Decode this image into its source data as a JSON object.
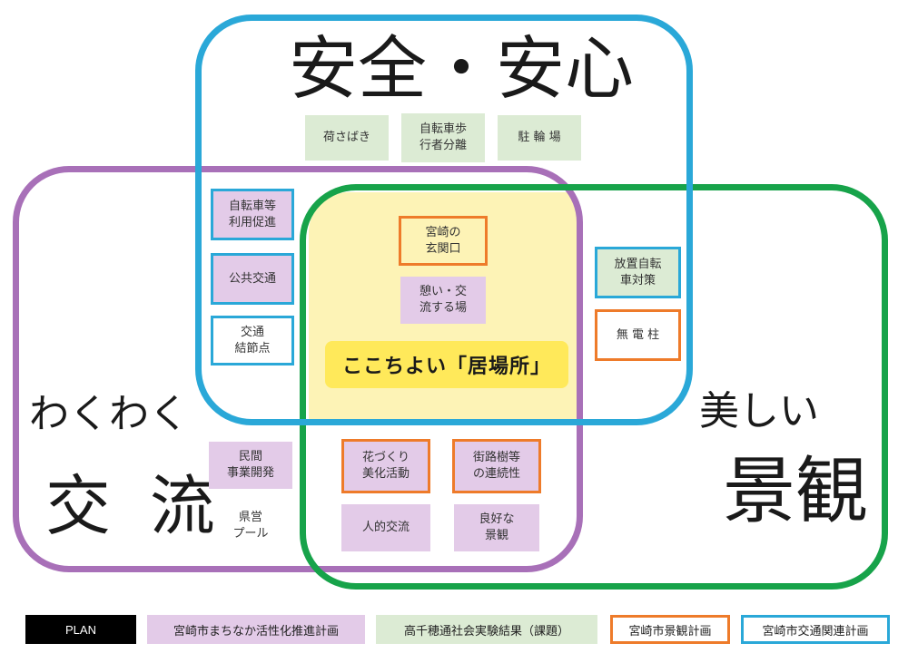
{
  "headings": {
    "safety": "安全・安心",
    "waku": "わくわく",
    "kouryu": "交 流",
    "utsukushii": "美しい",
    "keikan": "景観"
  },
  "core_label": "ここちよい「居場所」",
  "items": {
    "nisabaki": "荷さばき",
    "jitensha_bunri": "自転車歩\n行者分離",
    "churinjo": "駐 輪 場",
    "jitensha_sokushin": "自転車等\n利用促進",
    "kokyo_kotsu": "公共交通",
    "kotsu_kessetsuten": "交通\n結節点",
    "genkanguchi": "宮崎の\n玄関口",
    "ikoi": "憩い・交\n流する場",
    "hochi_jitensha": "放置自転\n車対策",
    "mudenchu": "無 電 柱",
    "minkan_jigyo": "民間\n事業開発",
    "kenei_pool": "県営\nプール",
    "hanazukuri": "花づくり\n美化活動",
    "gairoju": "街路樹等\nの連続性",
    "jinteki_koryu": "人的交流",
    "ryokou_keikan": "良好な\n景観"
  },
  "legend": {
    "plan": "PLAN",
    "machinaka": "宮崎市まちなか活性化推進計画",
    "takachiho": "高千穂通社会実験結果（課題）",
    "keikan_keikaku": "宮崎市景観計画",
    "kotsu_keikaku": "宮崎市交通関連計画"
  },
  "colors": {
    "blue": "#2aa8d8",
    "purple": "#a870b8",
    "green": "#17a34a",
    "orange": "#ee7b2a",
    "core_yellow": "#fdf3b6",
    "label_yellow": "#ffe95a"
  }
}
